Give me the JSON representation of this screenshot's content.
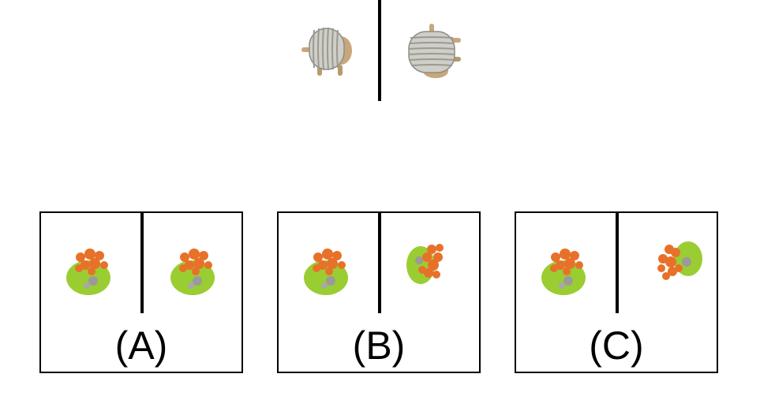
{
  "question": {
    "reference_pair": [
      "coil-object-view-1",
      "coil-object-view-2"
    ]
  },
  "options": [
    {
      "label": "(A)"
    },
    {
      "label": "(B)"
    },
    {
      "label": "(C)"
    }
  ]
}
